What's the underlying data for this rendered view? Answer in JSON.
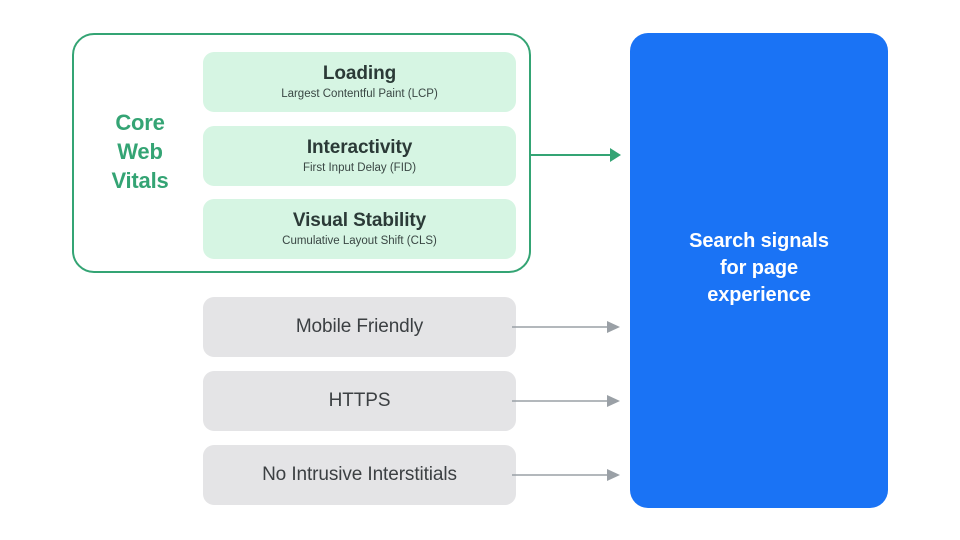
{
  "colors": {
    "background": "#ffffff",
    "core_web_vitals_green": "#34a474",
    "metric_card_fill": "#d6f5e3",
    "signal_card_fill": "#e4e4e6",
    "outcome_blue": "#1a73f5",
    "arrow_gray": "#9aa0a6",
    "text_dark": "#3c4043",
    "text_white": "#ffffff"
  },
  "core_web_vitals": {
    "group_label": "Core\nWeb\nVitals",
    "metrics": [
      {
        "title": "Loading",
        "subtitle": "Largest Contentful Paint (LCP)"
      },
      {
        "title": "Interactivity",
        "subtitle": "First Input Delay (FID)"
      },
      {
        "title": "Visual Stability",
        "subtitle": "Cumulative Layout Shift (CLS)"
      }
    ]
  },
  "other_signals": [
    {
      "label": "Mobile Friendly"
    },
    {
      "label": "HTTPS"
    },
    {
      "label": "No Intrusive Interstitials"
    }
  ],
  "outcome": {
    "label": "Search signals\nfor page\nexperience"
  },
  "arrows": [
    {
      "name": "arrow-core-web-vitals",
      "color": "#34a474"
    },
    {
      "name": "arrow-mobile-friendly",
      "color": "#9aa0a6"
    },
    {
      "name": "arrow-https",
      "color": "#9aa0a6"
    },
    {
      "name": "arrow-no-intrusive-interstitials",
      "color": "#9aa0a6"
    }
  ]
}
